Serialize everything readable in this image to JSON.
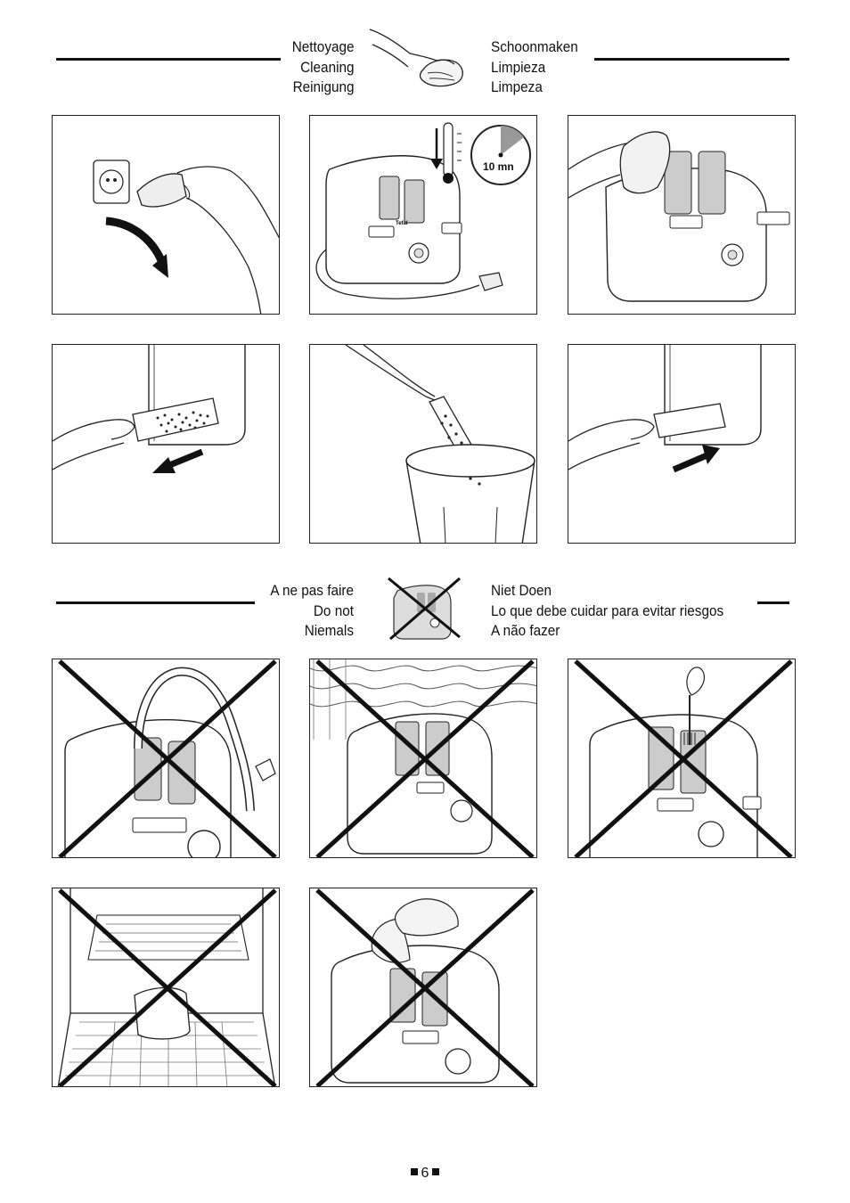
{
  "cleaning_section": {
    "left_labels": [
      "Nettoyage",
      "Cleaning",
      "Reinigung"
    ],
    "right_labels": [
      "Schoonmaken",
      "Limpieza",
      "Limpeza"
    ]
  },
  "cleaning_panels": {
    "timer_label": "10 mn",
    "brand": "Tefal"
  },
  "donot_section": {
    "left_labels": [
      "A ne pas faire",
      "Do not",
      "Niemals"
    ],
    "right_labels": [
      "Niet Doen",
      "Lo que debe cuidar para evitar riesgos",
      "A não fazer"
    ]
  },
  "footer": {
    "page_number": "6"
  }
}
